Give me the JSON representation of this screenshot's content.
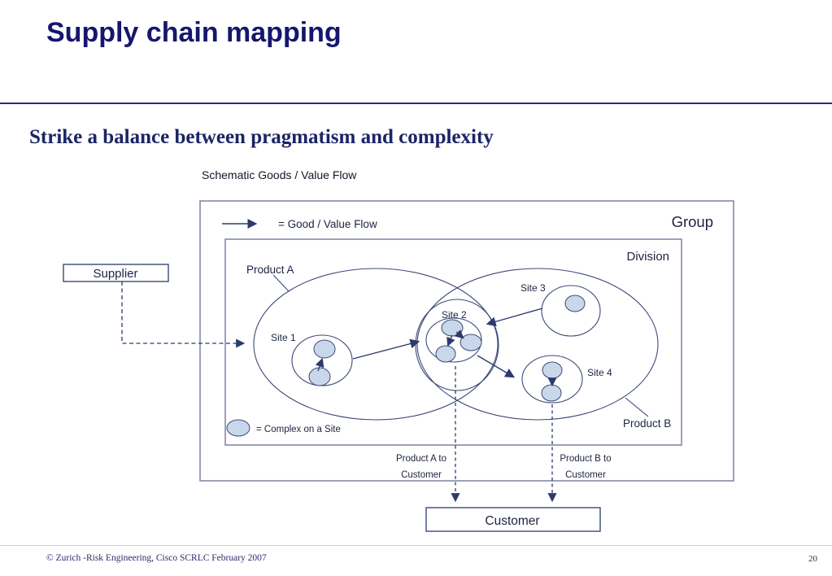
{
  "slide": {
    "title": "Supply chain mapping",
    "subtitle": "Strike a balance between pragmatism and complexity",
    "diagram_caption": "Schematic Goods / Value Flow",
    "footer": {
      "copyright": "© Zurich  -Risk Engineering, Cisco SCRLC February 2007",
      "page_number": "20"
    }
  },
  "diagram": {
    "containers": {
      "group": "Group",
      "division": "Division"
    },
    "nodes": {
      "supplier": "Supplier",
      "customer": "Customer"
    },
    "products": {
      "a": "Product A",
      "b": "Product B"
    },
    "sites": [
      "Site 1",
      "Site 2",
      "Site 3",
      "Site 4"
    ],
    "legend": {
      "flow": "= Good / Value Flow",
      "complex": "= Complex on a Site"
    },
    "flows": {
      "a_line1": "Product A to",
      "a_line2": "Customer",
      "b_line1": "Product B to",
      "b_line2": "Customer"
    },
    "colors": {
      "title_navy": "#16166e",
      "stroke_navy": "#2e3a6e",
      "box_border_gray": "#7b82a0",
      "complex_node_fill": "#c8d8ea"
    }
  }
}
